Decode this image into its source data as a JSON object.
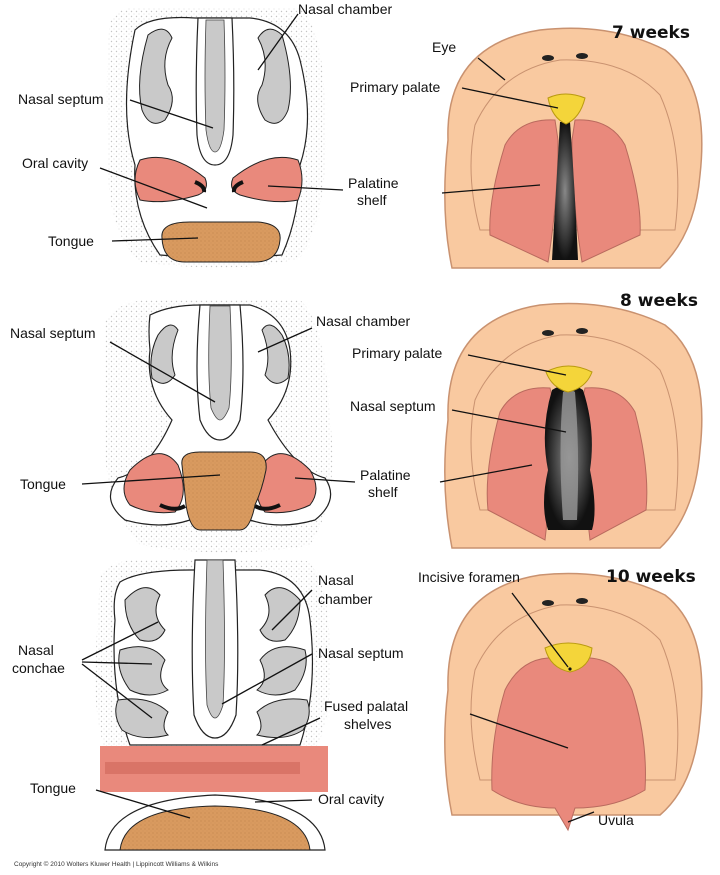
{
  "stages": [
    {
      "weeks": "7 weeks",
      "left_labels": {
        "nasal_chamber": "Nasal chamber",
        "nasal_septum": "Nasal septum",
        "oral_cavity": "Oral cavity",
        "palatine_shelf_1": "Palatine",
        "palatine_shelf_2": "shelf",
        "tongue": "Tongue"
      },
      "right_labels": {
        "eye": "Eye",
        "primary_palate": "Primary palate"
      }
    },
    {
      "weeks": "8 weeks",
      "left_labels": {
        "nasal_septum": "Nasal septum",
        "nasal_chamber": "Nasal chamber",
        "tongue": "Tongue",
        "palatine_shelf_1": "Palatine",
        "palatine_shelf_2": "shelf"
      },
      "right_labels": {
        "primary_palate": "Primary palate",
        "nasal_septum": "Nasal septum"
      }
    },
    {
      "weeks": "10 weeks",
      "left_labels": {
        "nasal_chamber_1": "Nasal",
        "nasal_chamber_2": "chamber",
        "nasal_conchae_1": "Nasal",
        "nasal_conchae_2": "conchae",
        "nasal_septum": "Nasal septum",
        "fused_1": "Fused palatal",
        "fused_2": "shelves",
        "tongue": "Tongue",
        "oral_cavity": "Oral cavity"
      },
      "right_labels": {
        "incisive_foramen": "Incisive foramen",
        "uvula": "Uvula"
      }
    }
  ],
  "copyright": "Copyright © 2010 Wolters Kluwer Health | Lippincott Williams & Wilkins",
  "colors": {
    "skin": "#f9c9a0",
    "skin_edge": "#c99270",
    "shelf": "#e9897c",
    "tongue": "#d99a5f",
    "tissue_gray": "#c9c9c9",
    "primary_palate": "#f4d53a",
    "stipple": "#dddddd"
  }
}
